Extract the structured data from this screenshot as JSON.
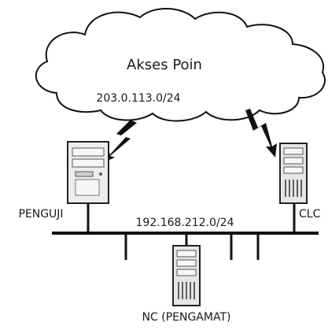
{
  "cloud": {
    "title": "Akses Poin",
    "subnet": "203.0.113.0/24"
  },
  "lan": {
    "subnet": "192.168.212.0/24"
  },
  "nodes": {
    "left": {
      "label": "PENGUJI",
      "icon": "desktop-computer-icon"
    },
    "right": {
      "label": "CLC",
      "icon": "server-tower-icon"
    },
    "bottom": {
      "label": "NC (PENGAMAT)",
      "icon": "server-tower-icon"
    }
  },
  "links": {
    "wireless_icon": "lightning-bolt-icon"
  },
  "colors": {
    "line": "#111111",
    "cloud_fill": "#ffffff",
    "cloud_stroke": "#111111",
    "device_body": "#e6e6e6",
    "device_stroke": "#222222",
    "device_light": "#f7f7f7"
  }
}
